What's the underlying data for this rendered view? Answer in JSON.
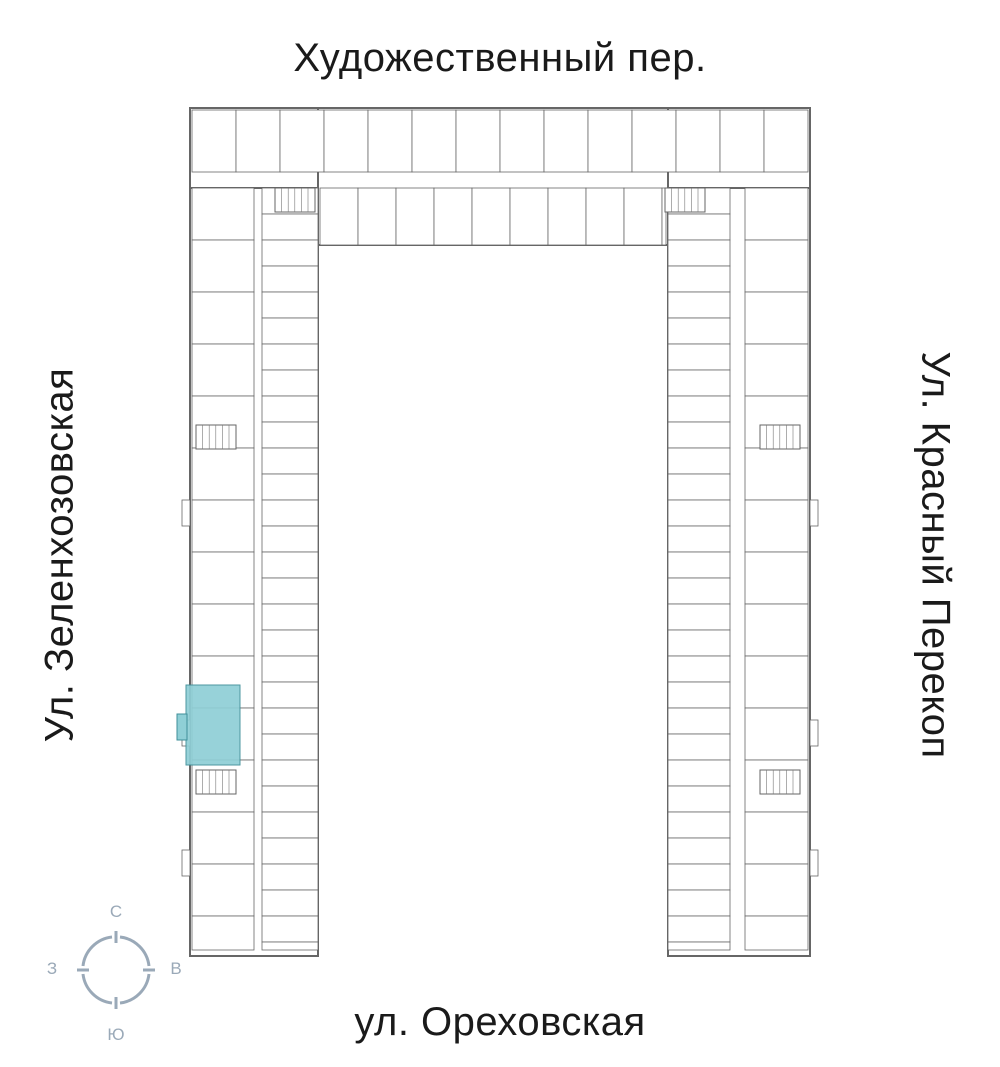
{
  "streets": {
    "north": "Художественный пер.",
    "west": "Ул. Зеленхозовская",
    "east": "Ул. Красный Перекоп",
    "south": "ул. Ореховская"
  },
  "compass": {
    "north": "С",
    "west": "З",
    "east": "В",
    "south": "Ю"
  },
  "colors": {
    "highlight": "#8fcfd6",
    "wall": "#555555",
    "compass": "#9aa9b8"
  }
}
